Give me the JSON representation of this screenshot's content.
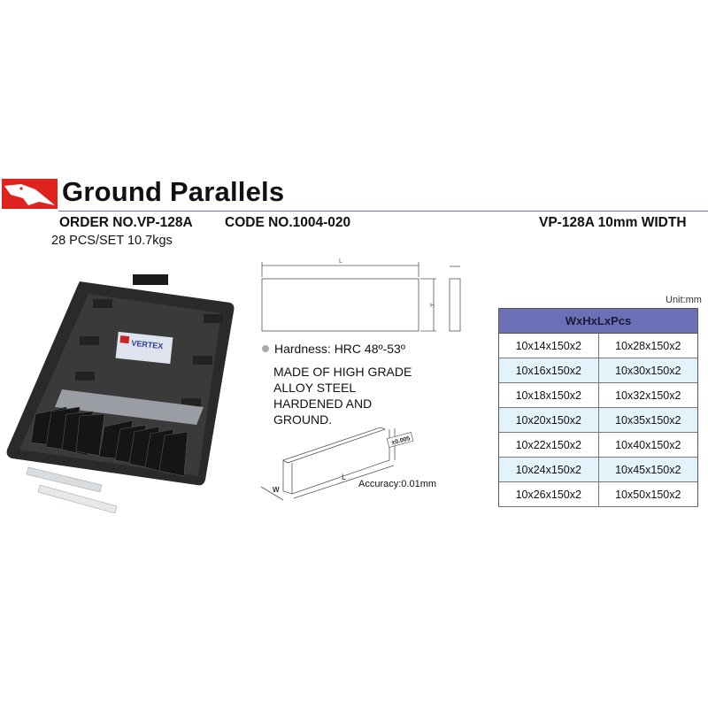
{
  "header": {
    "title": "Ground Parallels",
    "order_no": "ORDER NO.VP-128A",
    "code_no": "CODE NO.1004-020",
    "set_info": "28 PCS/SET  10.7kgs",
    "width_label": "VP-128A 10mm WIDTH",
    "brand_label": "VERTEX"
  },
  "diagram": {
    "l_label": "L",
    "h_label": "H",
    "w_label": "W",
    "tolerance": "±0.005",
    "accuracy": "Accuracy:0.01mm"
  },
  "specs": {
    "hardness": "Hardness: HRC 48º-53º",
    "description": [
      "MADE OF HIGH GRADE",
      "ALLOY STEEL",
      "HARDENED AND",
      "GROUND."
    ]
  },
  "table": {
    "unit": "Unit:mm",
    "header": "WxHxLxPcs",
    "rows": [
      [
        "10x14x150x2",
        "10x28x150x2"
      ],
      [
        "10x16x150x2",
        "10x30x150x2"
      ],
      [
        "10x18x150x2",
        "10x32x150x2"
      ],
      [
        "10x20x150x2",
        "10x35x150x2"
      ],
      [
        "10x22x150x2",
        "10x40x150x2"
      ],
      [
        "10x24x150x2",
        "10x45x150x2"
      ],
      [
        "10x26x150x2",
        "10x50x150x2"
      ]
    ]
  }
}
